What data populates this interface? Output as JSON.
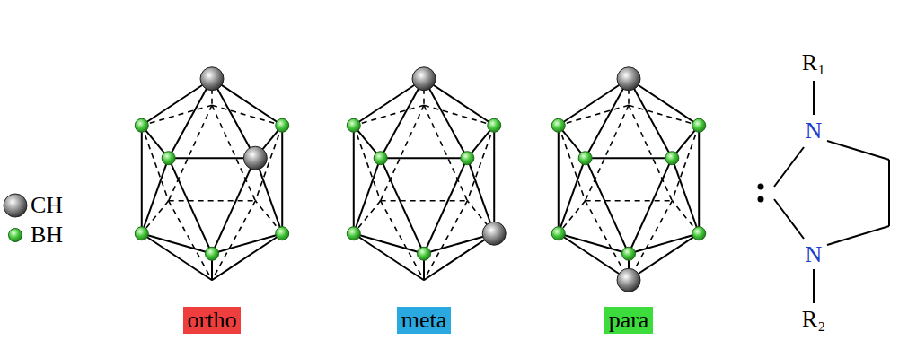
{
  "diagram": {
    "nodes": [
      {
        "text": [
          "ortho"
        ]
      },
      {
        "text": [
          "meta"
        ]
      },
      {
        "text": [
          "para"
        ]
      }
    ],
    "labels": [
      "R₁",
      "N",
      "N",
      "R₂"
    ],
    "legend": [
      {
        "text": "CH"
      },
      {
        "text": "BH"
      }
    ]
  }
}
